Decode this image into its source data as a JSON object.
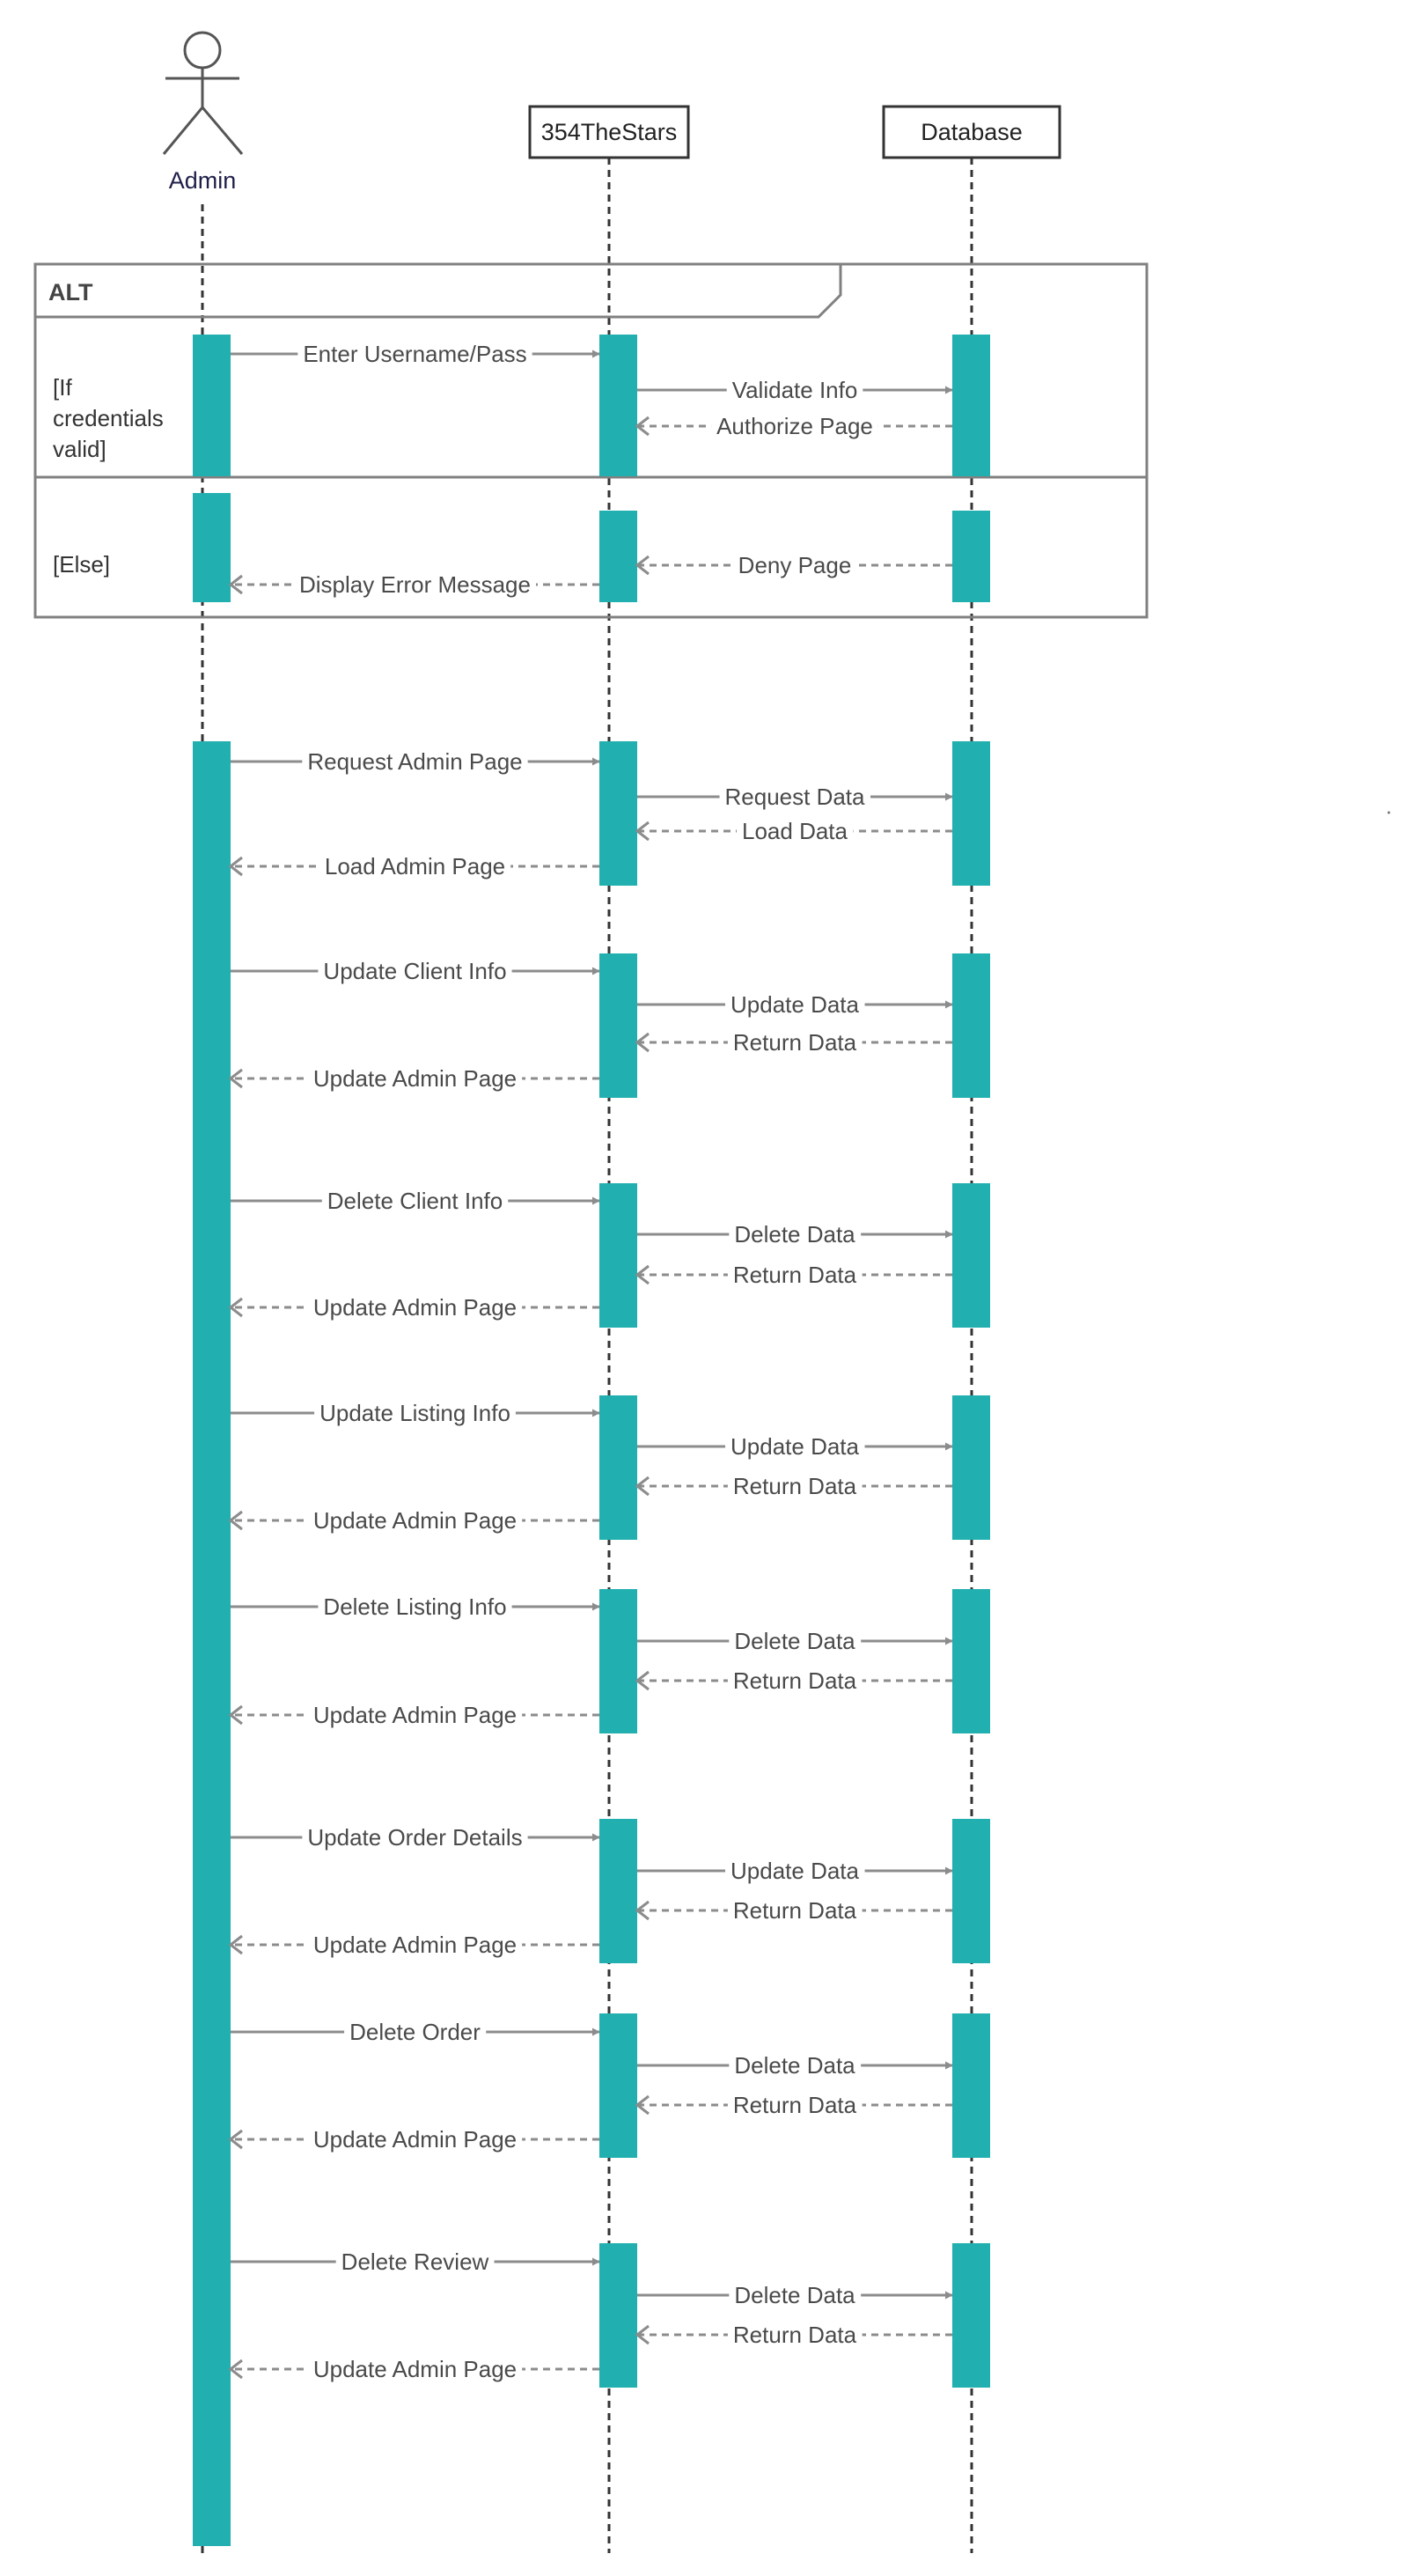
{
  "colors": {
    "activation": "#22afaf",
    "message": "#8c8c8c",
    "lifeline": "#333333",
    "frame": "#808080",
    "text": "#4a4a4a"
  },
  "actor": {
    "name": "Admin",
    "icon": "stick-figure-icon"
  },
  "participants": [
    "354TheStars",
    "Database"
  ],
  "alt_frame": {
    "label": "ALT",
    "guard_if_lines": [
      "[If",
      "credentials",
      "valid]"
    ],
    "guard_else": "[Else]"
  },
  "messages": {
    "m01": "Enter Username/Pass",
    "m02": "Validate Info",
    "m03": "Authorize Page",
    "m04": "Deny Page",
    "m05": "Display Error Message",
    "m06": "Request Admin Page",
    "m07": "Request Data",
    "m08": "Load Data",
    "m09": "Load Admin Page",
    "m10": "Update Client Info",
    "m11": "Update Data",
    "m12": "Return Data",
    "m13": "Update Admin Page",
    "m14": "Delete Client Info",
    "m15": "Delete Data",
    "m16": "Return Data",
    "m17": "Update Admin Page",
    "m18": "Update Listing Info",
    "m19": "Update Data",
    "m20": "Return Data",
    "m21": "Update Admin Page",
    "m22": "Delete Listing Info",
    "m23": "Delete Data",
    "m24": "Return Data",
    "m25": "Update Admin Page",
    "m26": "Update Order Details",
    "m27": "Update Data",
    "m28": "Return Data",
    "m29": "Update Admin Page",
    "m30": "Delete Order",
    "m31": "Delete Data",
    "m32": "Return Data",
    "m33": "Update Admin Page",
    "m34": "Delete Review",
    "m35": "Delete Data",
    "m36": "Return Data",
    "m37": "Update Admin Page"
  }
}
